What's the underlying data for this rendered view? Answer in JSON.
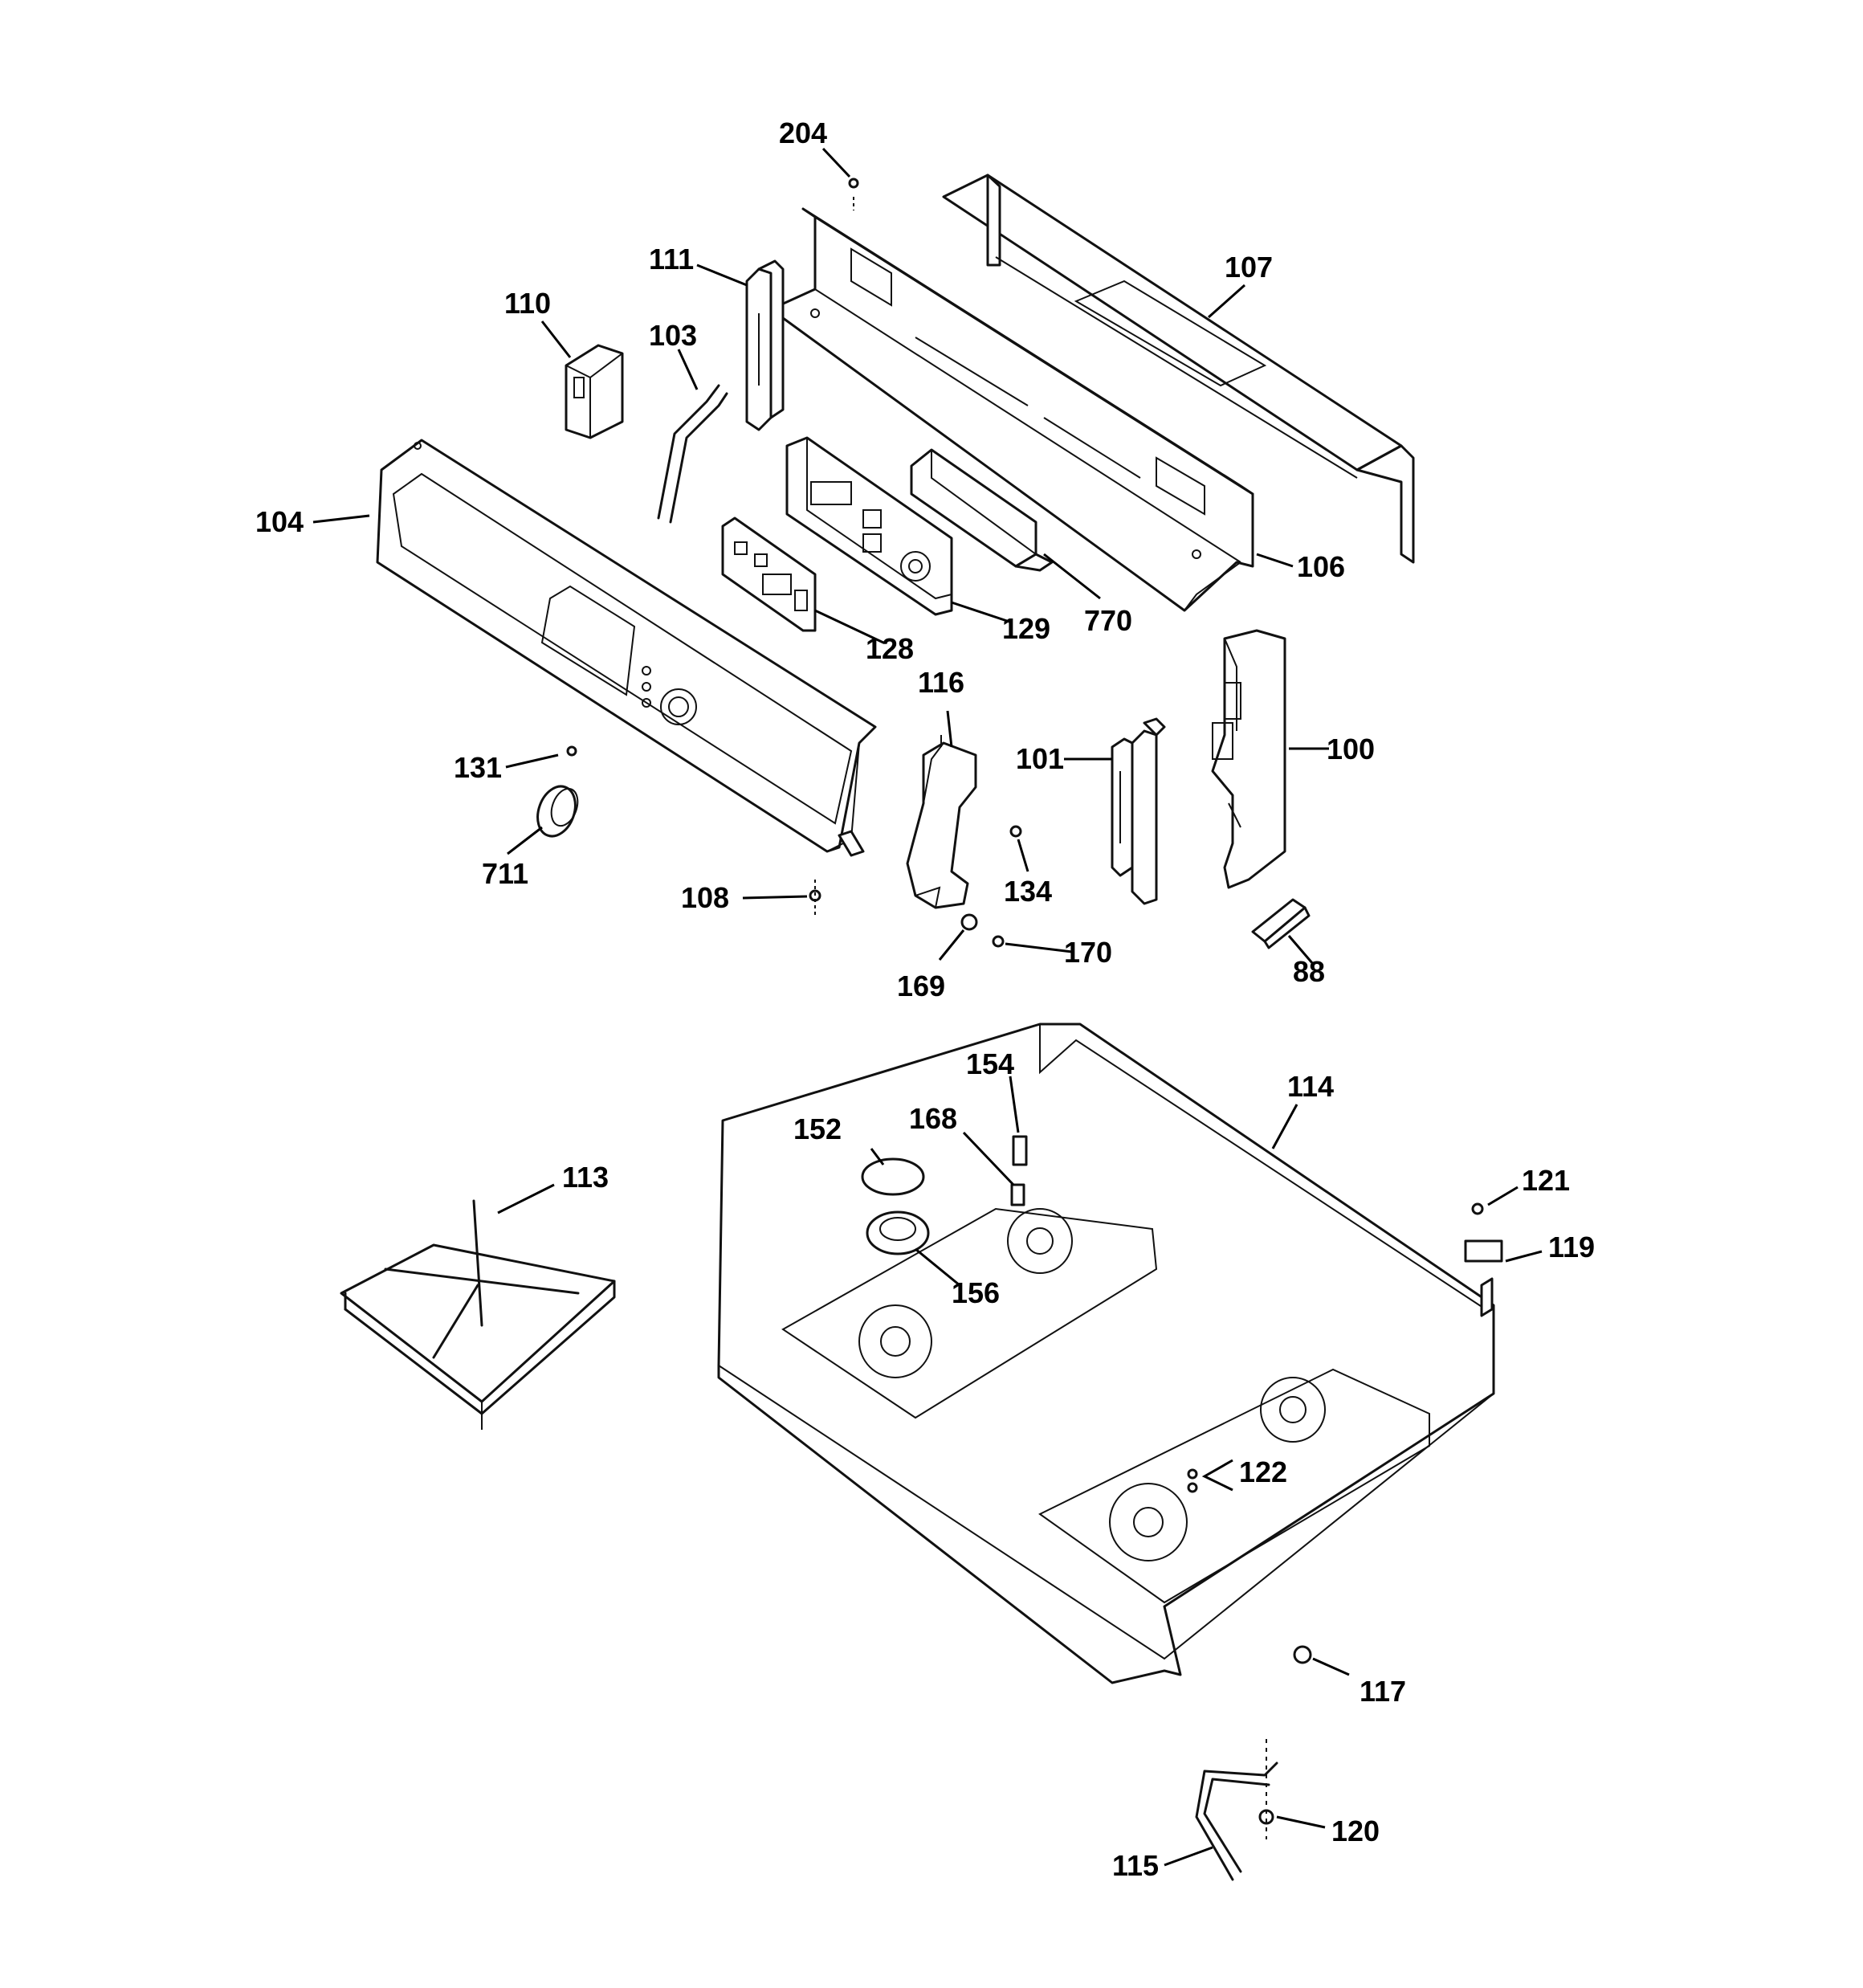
{
  "callouts": {
    "c204": "204",
    "c107": "107",
    "c111": "111",
    "c110": "110",
    "c103": "103",
    "c104": "104",
    "c106": "106",
    "c770": "770",
    "c129": "129",
    "c128": "128",
    "c116": "116",
    "c101": "101",
    "c100": "100",
    "c131": "131",
    "c711": "711",
    "c134": "134",
    "c108": "108",
    "c170": "170",
    "c169": "169",
    "c88": "88",
    "c154": "154",
    "c114": "114",
    "c152": "152",
    "c168": "168",
    "c113": "113",
    "c121": "121",
    "c119": "119",
    "c156": "156",
    "c122": "122",
    "c117": "117",
    "c120": "120",
    "c115": "115"
  }
}
